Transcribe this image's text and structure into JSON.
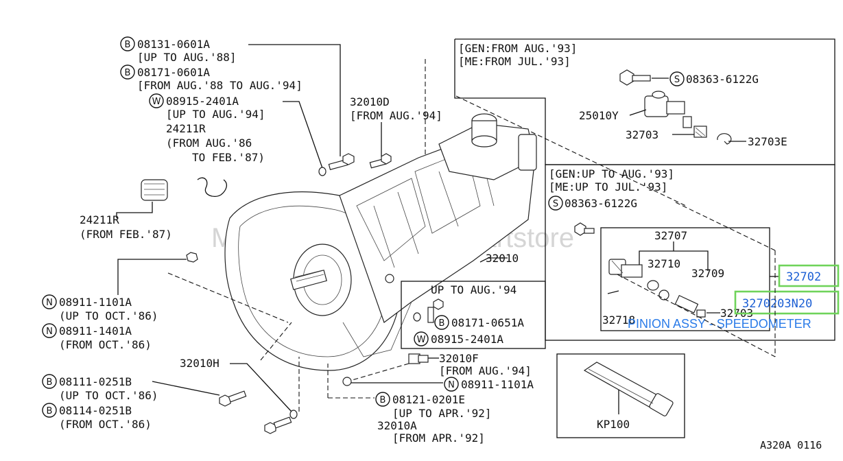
{
  "watermark": "Multi-Merchant Auto Partstore",
  "figure_code": "A320A 0116",
  "panel_top": {
    "line1": "[GEN:FROM AUG.'93]",
    "line2": "[ME:FROM JUL.'93]",
    "parts": {
      "bolt": "08363-6122G",
      "bolt_prefix": "S",
      "sensor": "25010Y",
      "pinion": "32703",
      "clip": "32703E"
    }
  },
  "panel_bottom": {
    "line1": "[GEN:UP TO AUG.'93]",
    "line2": "[ME:UP TO JUL.'93]",
    "bolt": "08363-6122G",
    "bolt_prefix": "S",
    "assy": "32707",
    "sleeve": "32710",
    "oring": "32709",
    "pinion": "32703",
    "pin": "32718"
  },
  "highlight": {
    "part_a": "32702",
    "part_b": "3270203N20",
    "description": "PINION ASSY - SPEEDOMETER"
  },
  "left_labels": {
    "b1": {
      "prefix": "B",
      "code": "08131-0601A",
      "note": "[UP TO AUG.'88]"
    },
    "b2": {
      "prefix": "B",
      "code": "08171-0601A",
      "note": "[FROM AUG.'88 TO AUG.'94]"
    },
    "w1": {
      "prefix": "W",
      "code": "08915-2401A",
      "note": "[UP TO AUG.'94]"
    },
    "r1": {
      "code": "24211R",
      "note1": "(FROM AUG.'86",
      "note2": "TO FEB.'87)"
    },
    "r2": {
      "code": "24211R",
      "note": "(FROM FEB.'87)"
    },
    "n1": {
      "prefix": "N",
      "code": "08911-1101A",
      "note": "(UP TO OCT.'86)"
    },
    "n2": {
      "prefix": "N",
      "code": "08911-1401A",
      "note": "(FROM OCT.'86)"
    },
    "h1": {
      "code": "32010H"
    },
    "b3": {
      "prefix": "B",
      "code": "08111-0251B",
      "note": "(UP TO OCT.'86)"
    },
    "b4": {
      "prefix": "B",
      "code": "08114-0251B",
      "note": "(FROM OCT.'86)"
    }
  },
  "center_labels": {
    "d1": {
      "code": "32010D",
      "note": "[FROM AUG.'94]"
    },
    "main": {
      "code": "32010"
    },
    "inset": {
      "title": "UP TO AUG.'94",
      "b": {
        "prefix": "B",
        "code": "08171-0651A"
      },
      "w": {
        "prefix": "W",
        "code": "08915-2401A"
      }
    },
    "f1": {
      "code": "32010F",
      "note": "[FROM AUG.'94]"
    },
    "n3": {
      "prefix": "N",
      "code": "08911-1101A"
    },
    "b5": {
      "prefix": "B",
      "code": "08121-0201E",
      "note": "[UP TO APR.'92]"
    },
    "a1": {
      "code": "32010A",
      "note": "[FROM APR.'92]"
    }
  },
  "kp": {
    "code": "KP100"
  }
}
